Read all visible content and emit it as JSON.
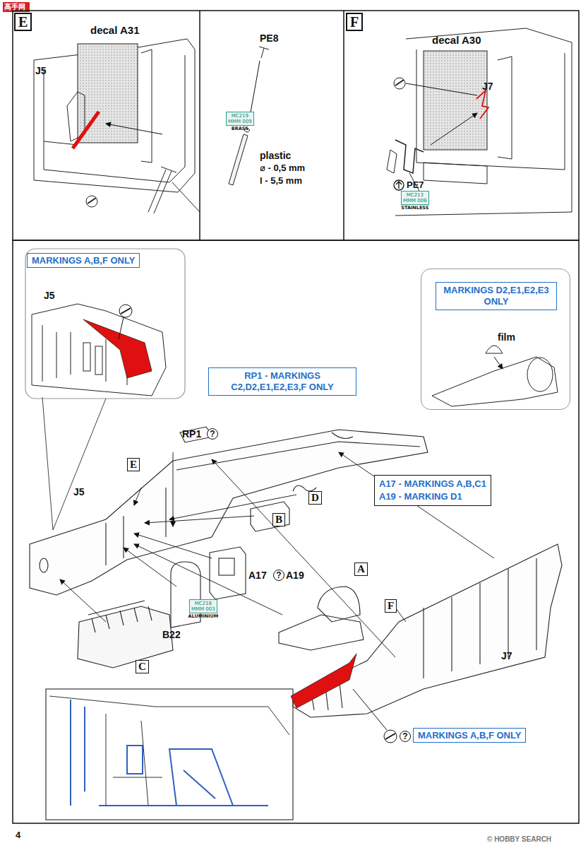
{
  "diagram": {
    "nodes": [
      {
        "text": [
          "E"
        ]
      },
      {
        "text": [
          "F"
        ]
      },
      {
        "text": [
          "MC219",
          "MMM 009",
          "BRASS"
        ]
      },
      {
        "text": [
          "MC213",
          "MMM 006",
          "STAINLESS"
        ]
      },
      {
        "text": [
          "MARKINGS A,B,F ONLY"
        ]
      },
      {
        "text": [
          "MARKINGS D2,E1,E2,E3 ONLY",
          "film"
        ]
      },
      {
        "text": [
          "RP1 - MARKINGS C2,D2,E1,E2,E3,F ONLY"
        ]
      },
      {
        "text": [
          "A17 - MARKINGS A,B,C1",
          "A19 - MARKING D1"
        ]
      },
      {
        "text": [
          "E"
        ]
      },
      {
        "text": [
          "B"
        ]
      },
      {
        "text": [
          "D"
        ]
      },
      {
        "text": [
          "A"
        ]
      },
      {
        "text": [
          "F"
        ]
      },
      {
        "text": [
          "C"
        ]
      },
      {
        "text": [
          "MC218",
          "MMM 003",
          "ALUMINIUM"
        ]
      },
      {
        "text": [
          "MARKINGS A,B,F ONLY"
        ]
      }
    ],
    "labels": [
      "高手网",
      "decal A31",
      "J5",
      "PE8",
      "plastic",
      "⌀ - 0,5 mm",
      "l - 5,5 mm",
      "decal A30",
      "J7",
      "PE7",
      "J5",
      "RP1",
      "?",
      "J5",
      "A17",
      "?",
      "A19",
      "B22",
      "J7",
      "?",
      "4",
      "© HOBBY SEARCH"
    ]
  }
}
